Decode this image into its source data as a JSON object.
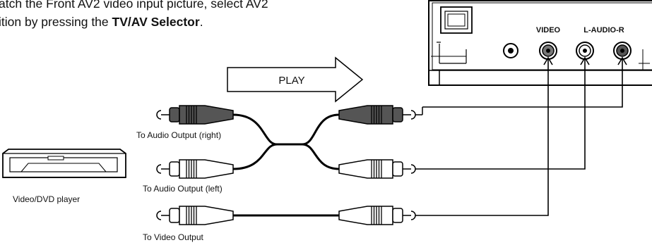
{
  "intro": {
    "line1": "atch the Front AV2 video input picture, select AV2",
    "line2_start": "ition by pressing the ",
    "line2_bold": "TV/AV Selector",
    "line2_end": "."
  },
  "labels": {
    "play": "PLAY",
    "video_jack": "VIDEO",
    "audio_jack": "L-AUDIO-R",
    "audio_right": "To Audio Output (right)",
    "audio_left": "To Audio Output (left)",
    "video_out": "To Video Output",
    "player": "Video/DVD player"
  }
}
